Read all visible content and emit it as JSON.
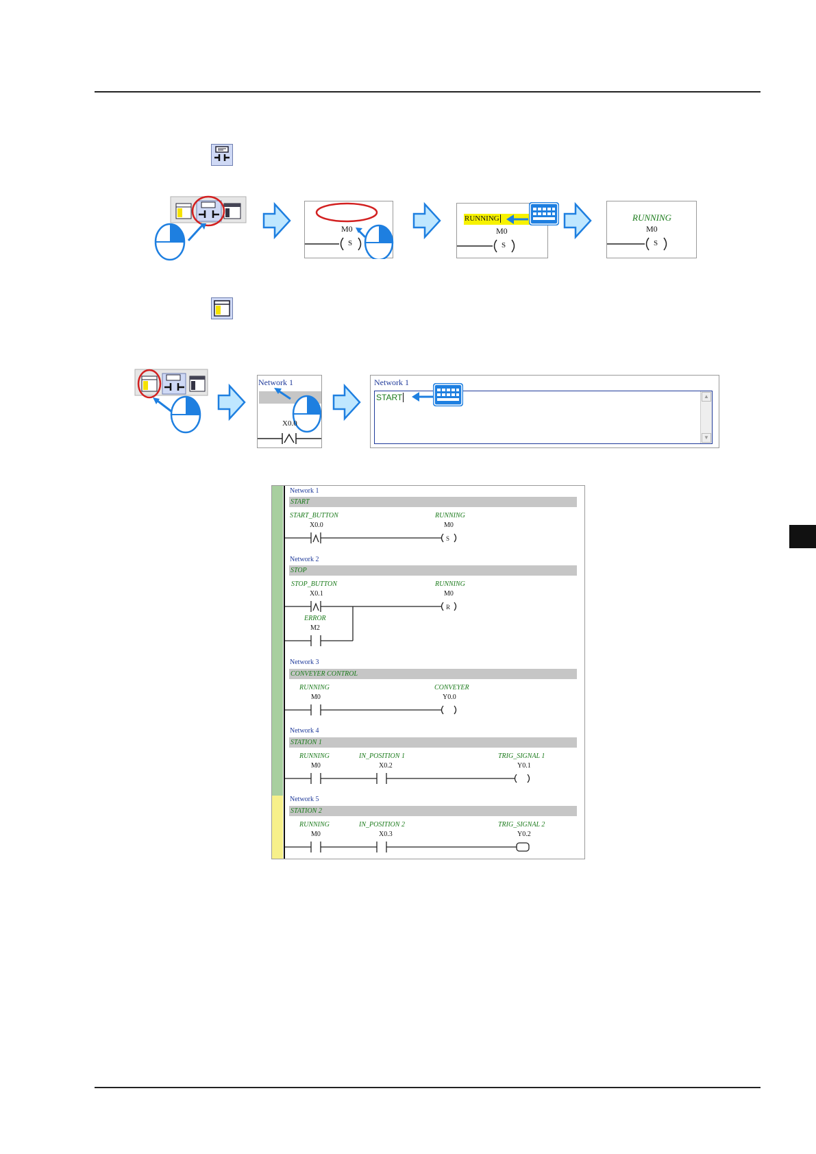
{
  "figure1": {
    "panel2": {
      "address": "M0",
      "coil": "S"
    },
    "panel3": {
      "input_text": "RUNNING",
      "address": "M0",
      "coil": "S"
    },
    "panel4": {
      "comment": "RUNNING",
      "address": "M0",
      "coil": "S"
    }
  },
  "figure2": {
    "panel1": {
      "network": "Network 1",
      "address": "X0.0"
    },
    "panel2": {
      "network": "Network 1",
      "input_text": "START"
    }
  },
  "ladder": {
    "networks": [
      {
        "title": "Network 1",
        "comment": "START",
        "elements": [
          {
            "comment": "START_BUTTON",
            "address": "X0.0"
          },
          {
            "comment": "RUNNING",
            "address": "M0",
            "coil": "S"
          }
        ]
      },
      {
        "title": "Network 2",
        "comment": "STOP",
        "elements": [
          {
            "comment": "STOP_BUTTON",
            "address": "X0.1"
          },
          {
            "comment": "RUNNING",
            "address": "M0",
            "coil": "R"
          },
          {
            "comment": "ERROR",
            "address": "M2"
          }
        ]
      },
      {
        "title": "Network 3",
        "comment": "CONVEYER CONTROL",
        "elements": [
          {
            "comment": "RUNNING",
            "address": "M0"
          },
          {
            "comment": "CONVEYER",
            "address": "Y0.0"
          }
        ]
      },
      {
        "title": "Network 4",
        "comment": "STATION 1",
        "elements": [
          {
            "comment": "RUNNING",
            "address": "M0"
          },
          {
            "comment": "IN_POSITION 1",
            "address": "X0.2"
          },
          {
            "comment": "TRIG_SIGNAL 1",
            "address": "Y0.1"
          }
        ]
      },
      {
        "title": "Network 5",
        "comment": "STATION 2",
        "elements": [
          {
            "comment": "RUNNING",
            "address": "M0"
          },
          {
            "comment": "IN_POSITION 2",
            "address": "X0.3"
          },
          {
            "comment": "TRIG_SIGNAL 2",
            "address": "Y0.2"
          }
        ]
      }
    ]
  },
  "colors": {
    "accent_blue": "#1e7fe0",
    "highlight_red": "#d22020",
    "comment_green": "#1a7a1a",
    "network_blue": "#1f3a9a",
    "input_yellow": "#f7f200"
  },
  "icons": [
    "device-comment-icon",
    "network-comment-icon",
    "mouse-icon",
    "keyboard-icon",
    "arrow-right-icon"
  ]
}
